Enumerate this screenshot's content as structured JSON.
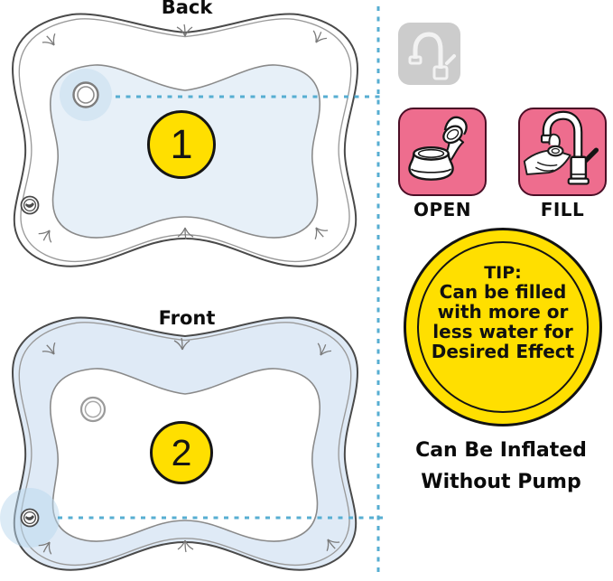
{
  "back_view": {
    "title": "Back",
    "badge": "1"
  },
  "front_view": {
    "title": "Front",
    "badge": "2"
  },
  "steps": {
    "open": "OPEN",
    "fill": "FILL"
  },
  "tip": {
    "heading": "TIP:",
    "lines": [
      "Can be filled",
      "with more or",
      "less water for",
      "Desired Effect"
    ]
  },
  "footnote": {
    "line1": "Can Be Inflated",
    "line2": "Without Pump"
  },
  "icons": {
    "ghost": "faucet-icon (greyed out)",
    "open": "open-valve-cap-icon",
    "fill": "faucet-filling-icon"
  },
  "colors": {
    "highlight_yellow": "#ffdf00",
    "step_pink": "#ee6d8e",
    "step_border_maroon": "#4b0e26",
    "callout_dash_blue": "#57aed2",
    "mat_inner_blue": "#e7f0f8",
    "mat_tube_blue": "#dfeaf6",
    "valve_halo_blue": "#d5e6f3",
    "ghost_grey": "#cccccc",
    "line_grey": "#4a4a4a"
  }
}
